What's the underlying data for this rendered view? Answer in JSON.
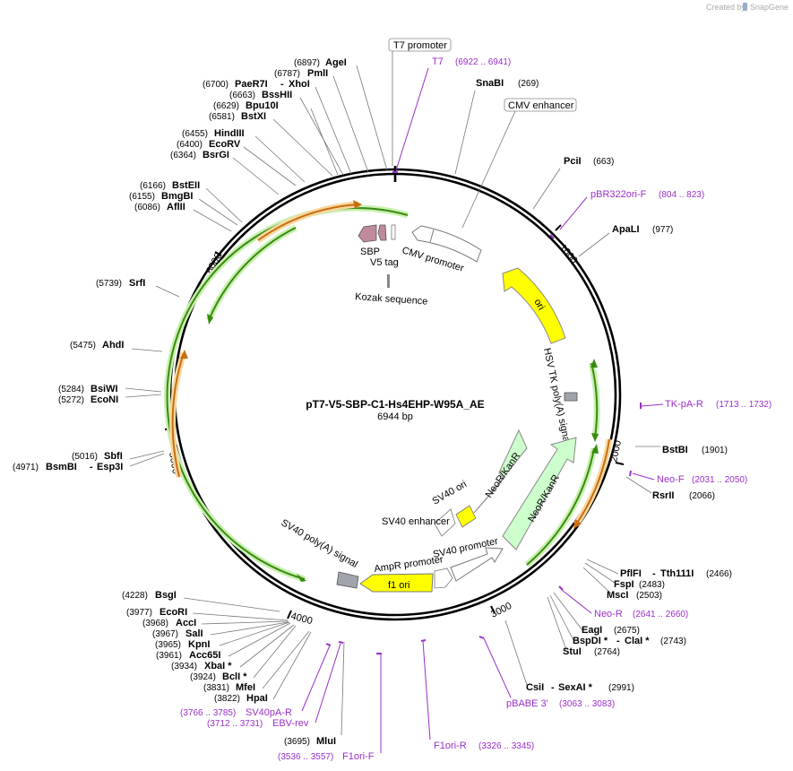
{
  "credit": {
    "created_by": "Created by",
    "brand": "SnapGene"
  },
  "plasmid": {
    "name": "pT7-V5-SBP-C1-Hs4EHP-W95A_AE",
    "length": "6944 bp"
  },
  "ticks": [
    "1000",
    "2000",
    "3000",
    "4000",
    "5000",
    "6000"
  ],
  "sites": [
    {
      "name": "AgeI",
      "pos": "(6897)"
    },
    {
      "name": "PmlI",
      "pos": "(6787)"
    },
    {
      "name": "PaeR7I",
      "name2": "XhoI",
      "pos": "(6700)"
    },
    {
      "name": "BssHII",
      "pos": "(6663)"
    },
    {
      "name": "Bpu10I",
      "pos": "(6629)"
    },
    {
      "name": "BstXI",
      "pos": "(6581)"
    },
    {
      "name": "HindIII",
      "pos": "(6455)"
    },
    {
      "name": "EcoRV",
      "pos": "(6400)"
    },
    {
      "name": "BsrGI",
      "pos": "(6364)"
    },
    {
      "name": "BstEII",
      "pos": "(6166)"
    },
    {
      "name": "BmgBI",
      "pos": "(6155)"
    },
    {
      "name": "AflII",
      "pos": "(6086)"
    },
    {
      "name": "SrfI",
      "pos": "(5739)"
    },
    {
      "name": "AhdI",
      "pos": "(5475)"
    },
    {
      "name": "BsiWI",
      "pos": "(5284)"
    },
    {
      "name": "EcoNI",
      "pos": "(5272)"
    },
    {
      "name": "SbfI",
      "pos": "(5016)"
    },
    {
      "name": "BsmBI",
      "name2": "Esp3I",
      "pos": "(4971)"
    },
    {
      "name": "BsgI",
      "pos": "(4228)"
    },
    {
      "name": "EcoRI",
      "pos": "(3977)"
    },
    {
      "name": "AccI",
      "pos": "(3968)"
    },
    {
      "name": "SalI",
      "pos": "(3967)"
    },
    {
      "name": "KpnI",
      "pos": "(3965)"
    },
    {
      "name": "Acc65I",
      "pos": "(3961)"
    },
    {
      "name": "XbaI *",
      "pos": "(3934)"
    },
    {
      "name": "BclI *",
      "pos": "(3924)"
    },
    {
      "name": "MfeI",
      "pos": "(3831)"
    },
    {
      "name": "HpaI",
      "pos": "(3822)"
    },
    {
      "name": "MluI",
      "pos": "(3695)"
    },
    {
      "name": "SnaBI",
      "pos": "(269)"
    },
    {
      "name": "PciI",
      "pos": "(663)"
    },
    {
      "name": "ApaLI",
      "pos": "(977)"
    },
    {
      "name": "BstBI",
      "pos": "(1901)"
    },
    {
      "name": "RsrII",
      "pos": "(2066)"
    },
    {
      "name": "PflFI",
      "name2": "Tth111I",
      "pos": "(2466)"
    },
    {
      "name": "FspI",
      "pos": "(2483)"
    },
    {
      "name": "MscI",
      "pos": "(2503)"
    },
    {
      "name": "EagI",
      "pos": "(2675)"
    },
    {
      "name": "BspDI *",
      "name2": "ClaI *",
      "pos": "(2743)"
    },
    {
      "name": "StuI",
      "pos": "(2764)"
    },
    {
      "name": "CsiI",
      "name2": "SexAI *",
      "pos": "(2991)"
    }
  ],
  "primers": [
    {
      "name": "T7",
      "range": "(6922 .. 6941)"
    },
    {
      "name": "pBR322ori-F",
      "range": "(804 .. 823)"
    },
    {
      "name": "TK-pA-R",
      "range": "(1713 .. 1732)"
    },
    {
      "name": "Neo-F",
      "range": "(2031 .. 2050)"
    },
    {
      "name": "Neo-R",
      "range": "(2641 .. 2660)"
    },
    {
      "name": "pBABE 3'",
      "range": "(3063 .. 3083)"
    },
    {
      "name": "F1ori-R",
      "range": "(3326 .. 3345)"
    },
    {
      "name": "F1ori-F",
      "range": "(3536 .. 3557)"
    },
    {
      "name": "EBV-rev",
      "range": "(3712 .. 3731)"
    },
    {
      "name": "SV40pA-R",
      "range": "(3766 .. 3785)"
    }
  ],
  "boxed_labels": [
    "T7 promoter",
    "CMV enhancer"
  ],
  "features": [
    "CMV promoter",
    "SBP",
    "V5 tag",
    "Kozak sequence",
    "ori",
    "HSV TK poly(A) signal",
    "NeoR/KanR",
    "NeoR/KanR",
    "SV40 ori",
    "SV40 enhancer",
    "SV40 promoter",
    "AmpR promoter",
    "f1 ori",
    "SV40 poly(A) signal"
  ],
  "colors": {
    "primer": "#9a2fc8",
    "orf_green": "#3a8a10",
    "orf_orange": "#c76f10",
    "ori_yellow": "#ffff00",
    "neo_green": "#ccffcc",
    "sbp_mauve": "#c08a9c",
    "polyA_gray": "#a0a4ac"
  }
}
